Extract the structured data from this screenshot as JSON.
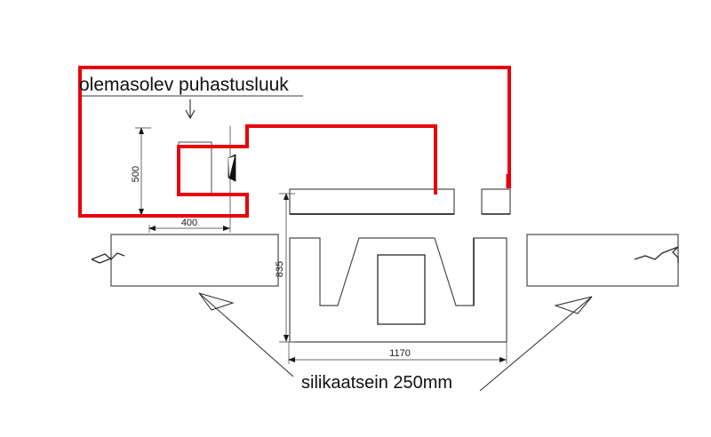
{
  "drawing": {
    "title_note": "olemasolev puhastusluuk",
    "bottom_note": "silikaatsein 250mm",
    "background_color": "#ffffff",
    "line_color": "#4a4a4a",
    "dark_line_color": "#2b2b2b",
    "annotation_color": "#e8000c",
    "text_color": "#111111"
  },
  "dimensions": {
    "hatch_height": "500",
    "hatch_width": "400",
    "chimney_height": "835",
    "chimney_width": "1170"
  },
  "annotation": {
    "outer_box_label": "highlight-box",
    "hatch_outline_label": "existing-cleanout-outline",
    "arrow_glyph": "arrow-down"
  },
  "parts": {
    "left_wall_label": "left-wall-segment",
    "right_wall_label": "right-wall-segment",
    "chimney_label": "chimney-section",
    "cleanout_hatch_label": "cleanout-hatch",
    "door_swing_label": "door-swing-wedge",
    "top_band_label": "top-slab-band",
    "center_void_label": "center-void",
    "break_symbol_label": "break-symbol"
  }
}
